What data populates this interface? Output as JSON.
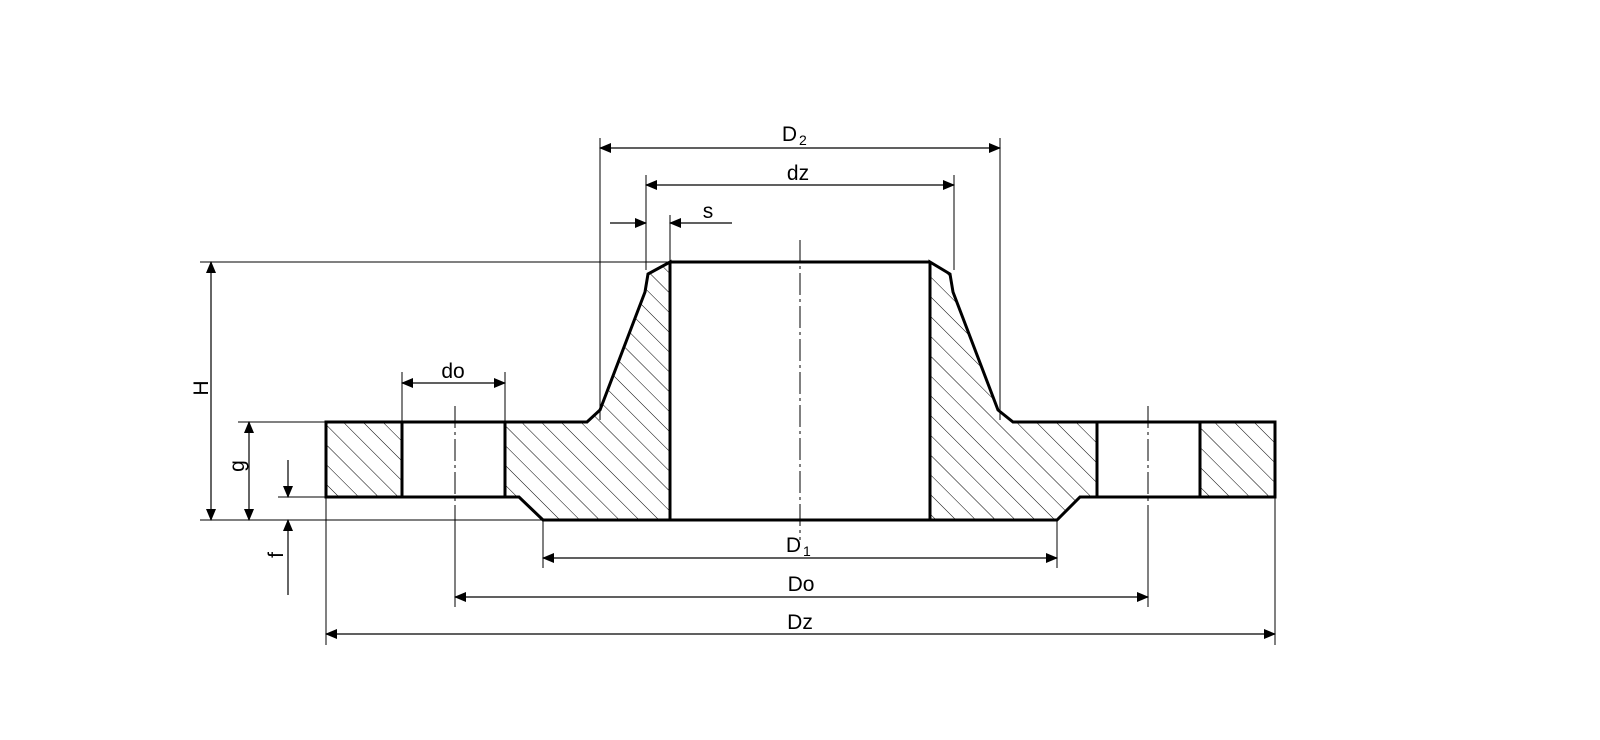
{
  "diagram": {
    "labels": {
      "D2_main": "D",
      "D2_sub": "2",
      "dz": "dz",
      "s": "s",
      "do": "do",
      "H": "H",
      "g": "g",
      "f": "f",
      "D1_main": "D",
      "D1_sub": "1",
      "Do": "Do",
      "Dz": "Dz"
    }
  }
}
